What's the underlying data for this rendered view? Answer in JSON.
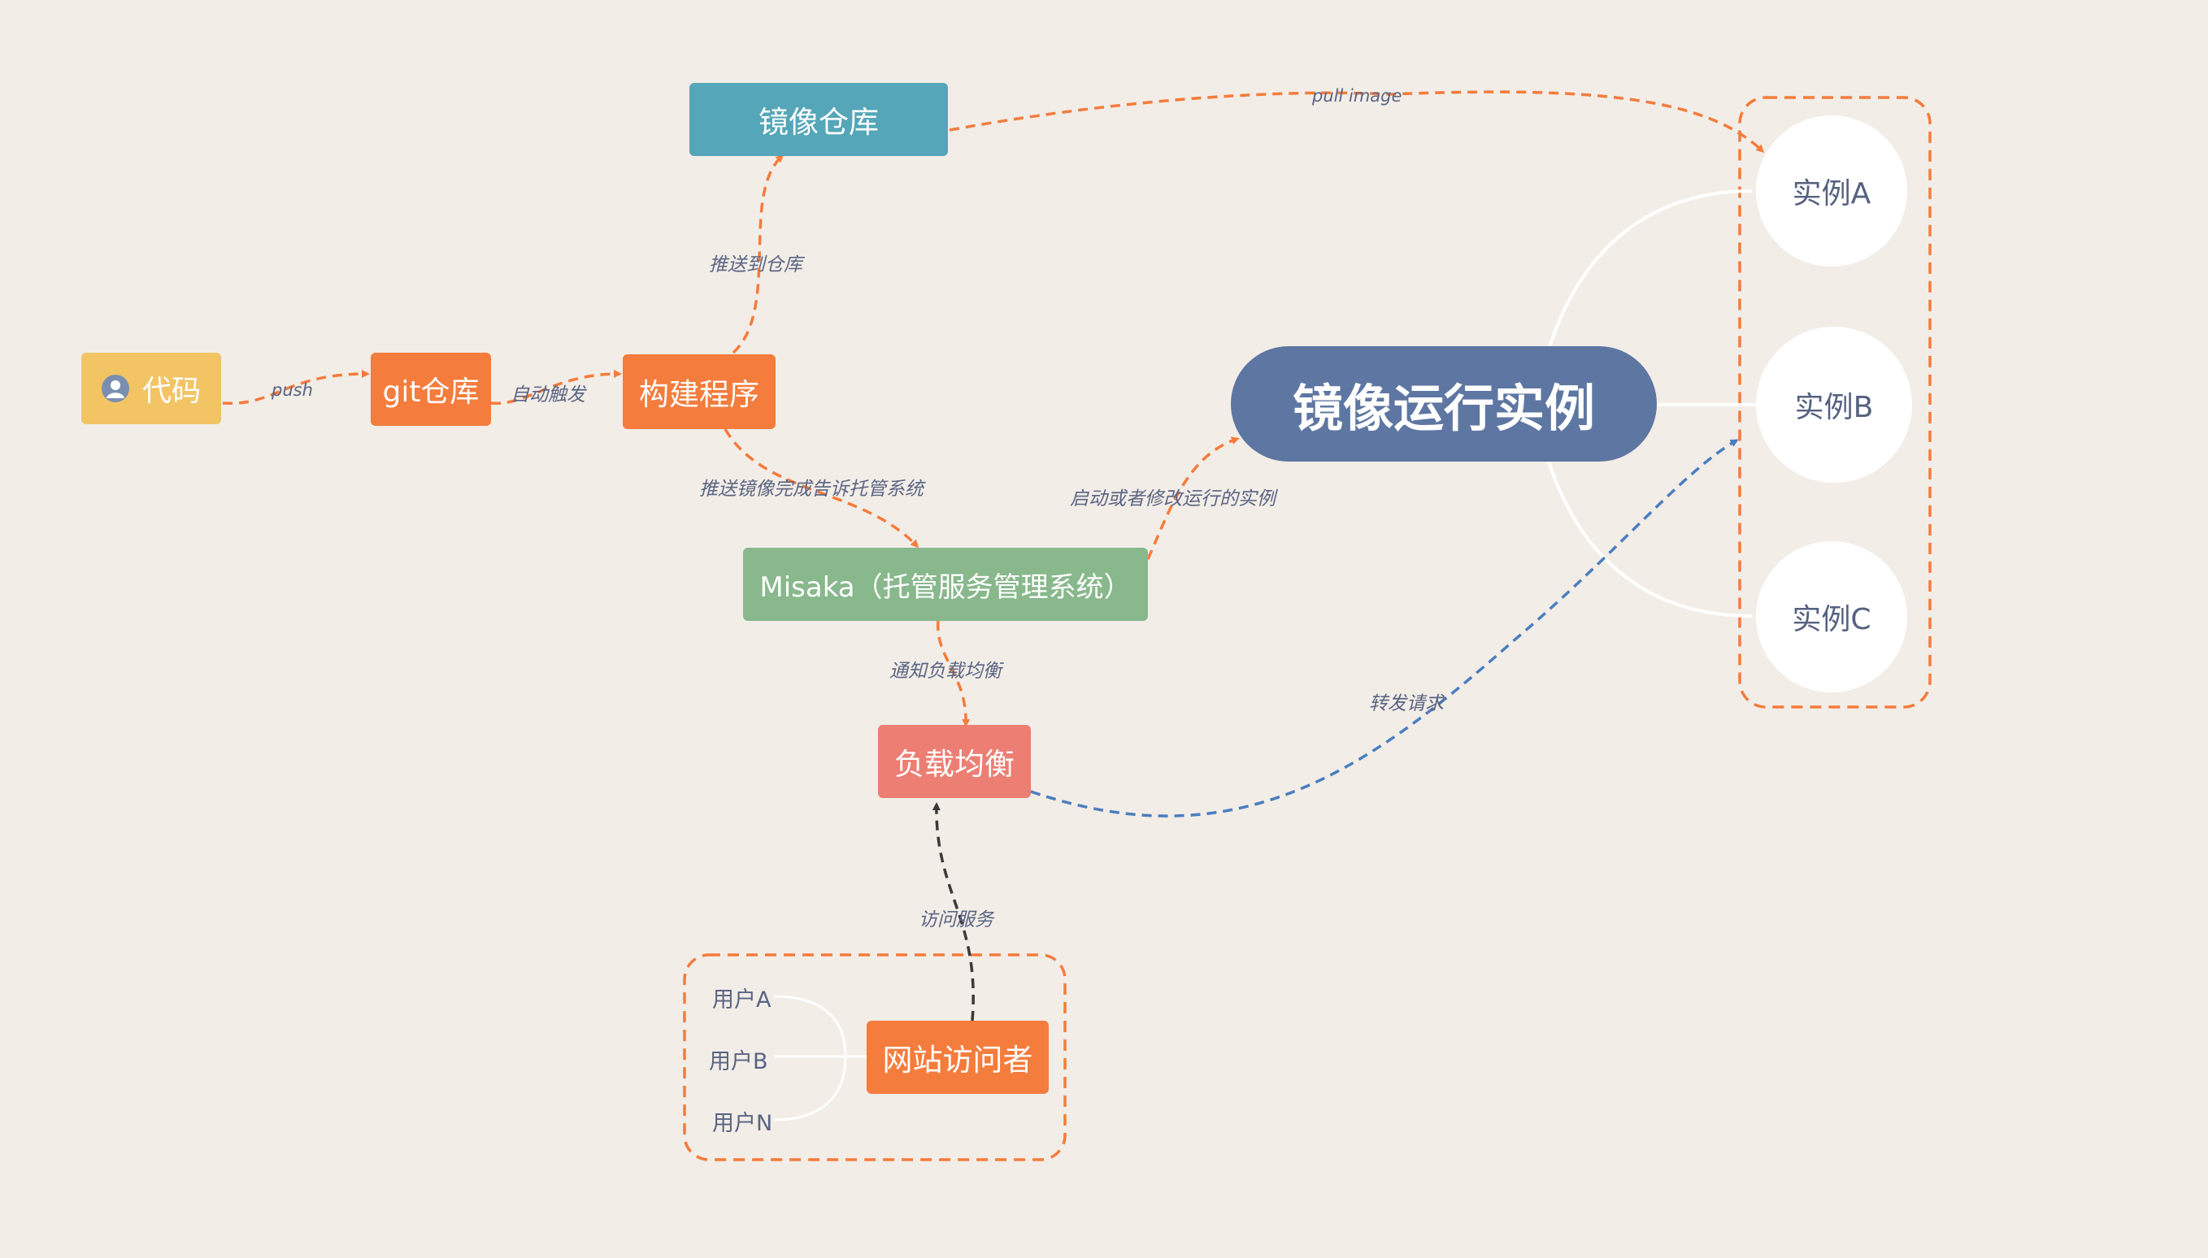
{
  "nodes": {
    "code": "代码",
    "git_repo": "git仓库",
    "build": "构建程序",
    "image_repo": "镜像仓库",
    "misaka": "Misaka（托管服务管理系统）",
    "load_balancer": "负载均衡",
    "central": "镜像运行实例",
    "visitor": "网站访问者"
  },
  "instances": [
    "实例A",
    "实例B",
    "实例C"
  ],
  "users": [
    "用户A",
    "用户B",
    "用户N"
  ],
  "edges": {
    "push": "push",
    "auto_trigger": "自动触发",
    "push_to_repo": "推送到仓库",
    "notify_hosting": "推送镜像完成告诉托管系统",
    "start_modify": "启动或者修改运行的实例",
    "notify_lb": "通知负载均衡",
    "forward": "转发请求",
    "pull_image": "pull image",
    "access": "访问服务"
  },
  "icons": {
    "code": "user-icon"
  },
  "colors": {
    "background": "#f2ede7",
    "orange": "#f47c3c",
    "yellow": "#f2c464",
    "teal": "#54a6b8",
    "green": "#88b88c",
    "salmon": "#ec7e73",
    "slate": "#5e76a2",
    "blue_dash": "#4a7ec0",
    "dark_dash": "#3a3a3a"
  }
}
